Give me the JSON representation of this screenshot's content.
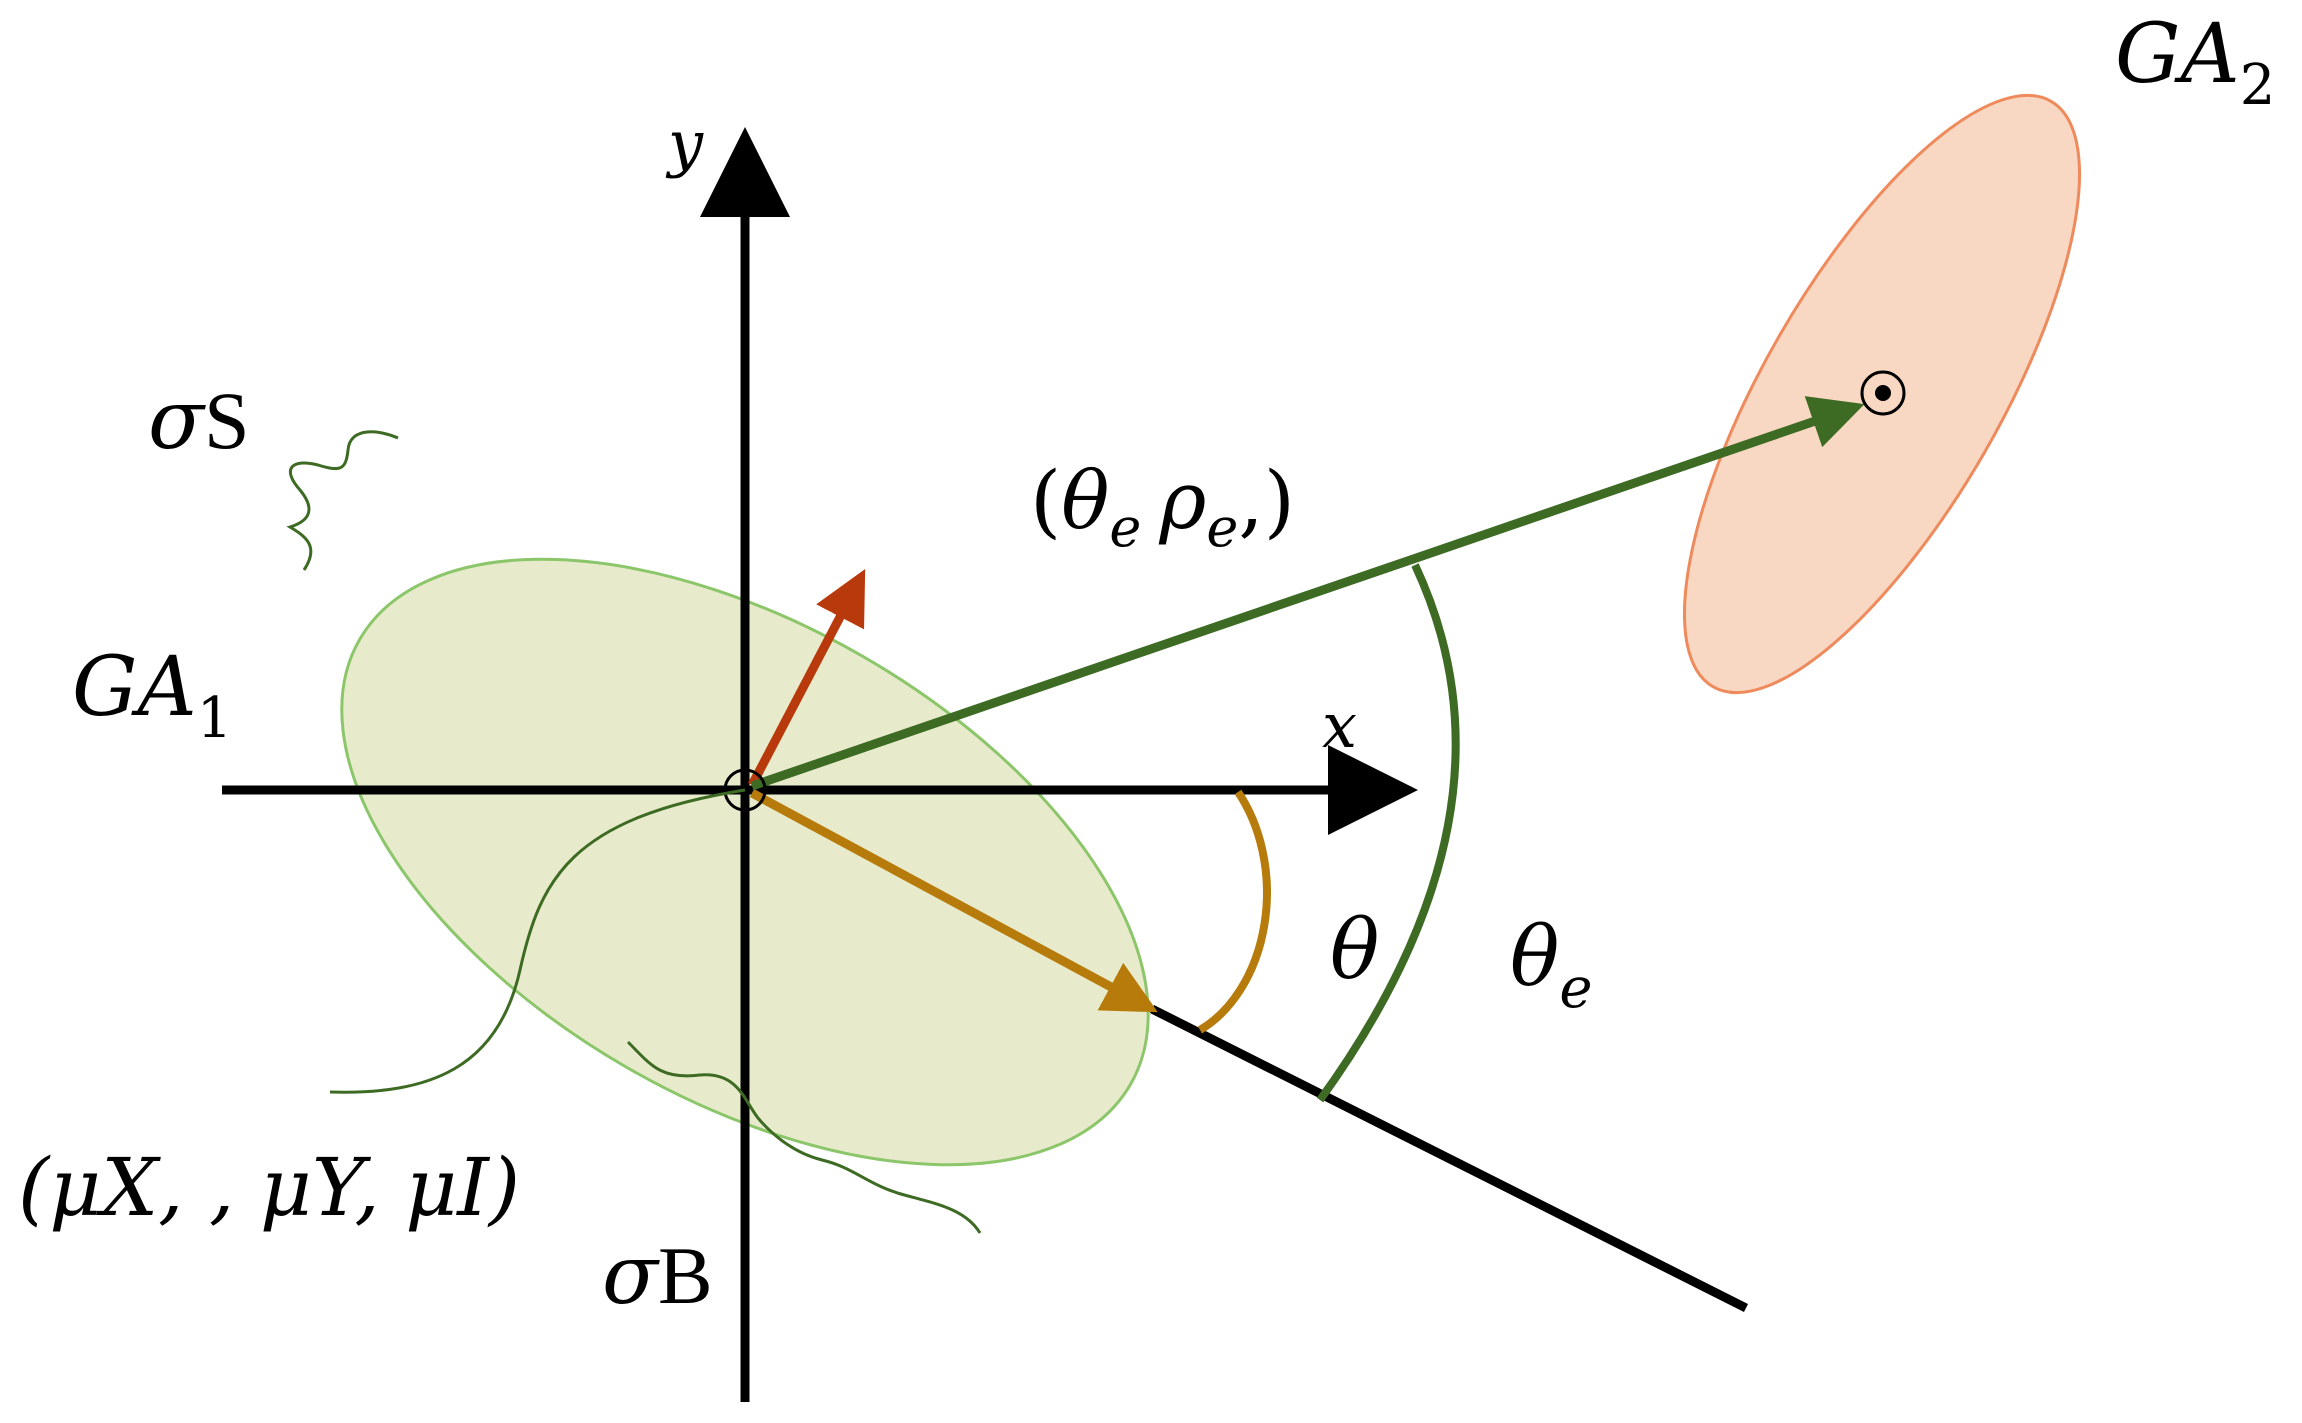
{
  "labels": {
    "ga1": {
      "base": "GA",
      "sub": "1"
    },
    "ga2": {
      "base": "GA",
      "sub": "2"
    },
    "sigma_s": {
      "sym": "σ",
      "text": "S"
    },
    "sigma_b": {
      "sym": "σ",
      "text": "B"
    },
    "x_axis": "x",
    "y_axis": "y",
    "theta": "θ",
    "theta_e": {
      "base": "θ",
      "sub": "e"
    },
    "polar": {
      "open": "(",
      "theta": "θ",
      "sub1": "e",
      "rho": "ρ",
      "sub2": "e",
      "close": ",)"
    },
    "mean": "(μX, , μY, μI)"
  },
  "colors": {
    "green_ellipse_fill": "#e8ebcb",
    "green_ellipse_stroke": "#8cc66a",
    "orange_ellipse_fill": "#f8d8c2",
    "orange_ellipse_stroke": "#ee8a5c",
    "green_vector": "#3e6b24",
    "orange_vector": "#b77b0b",
    "red_vector": "#b83a0c",
    "brace": "#3e6b24",
    "axis": "#000000"
  }
}
